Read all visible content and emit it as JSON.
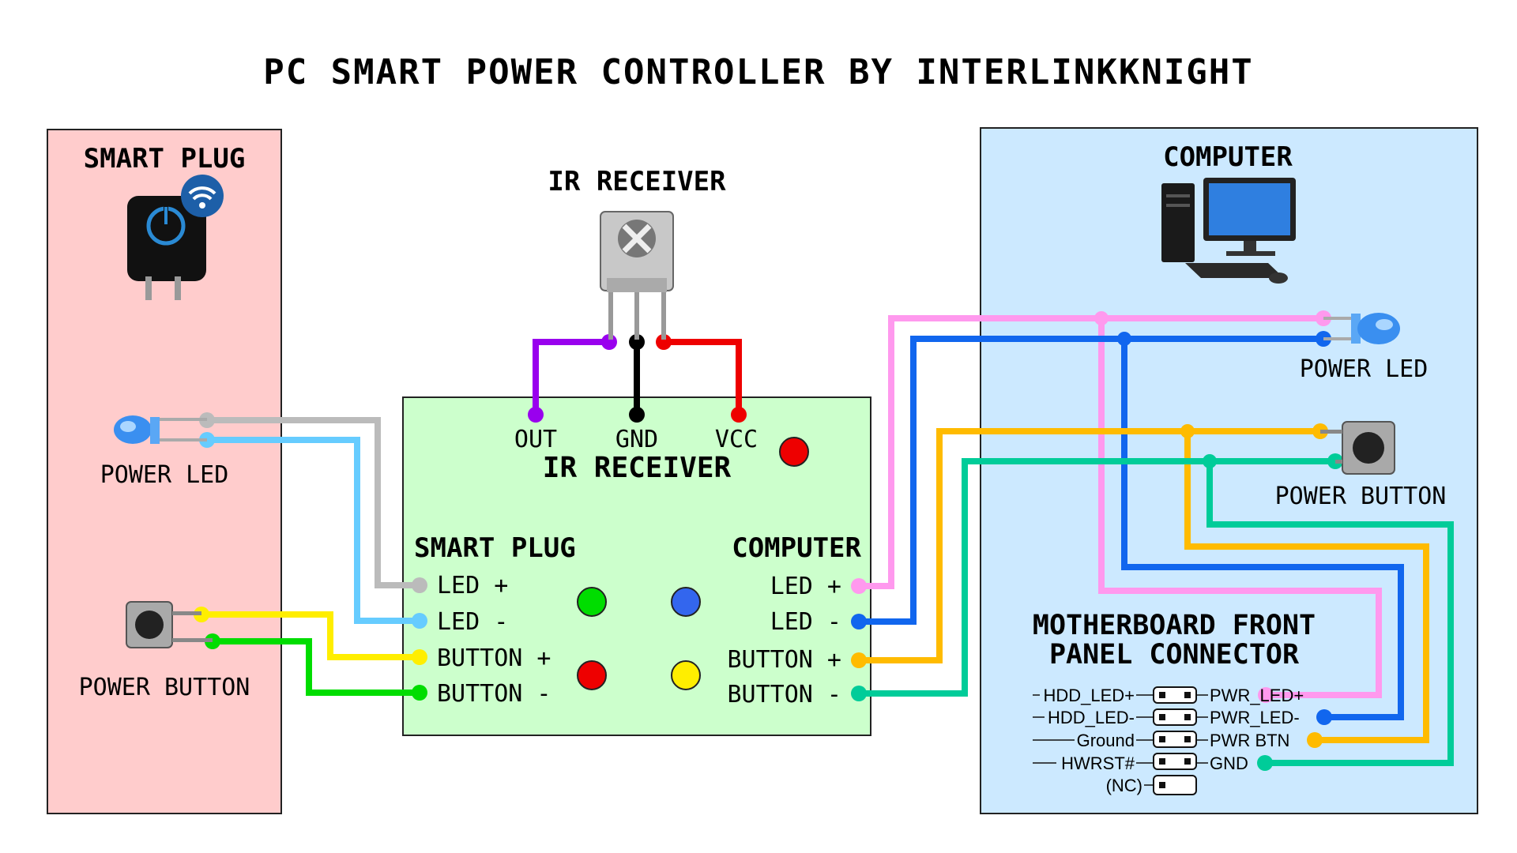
{
  "title": "PC SMART POWER CONTROLLER BY INTERLINKKNIGHT",
  "smart_plug_panel": {
    "heading": "SMART PLUG",
    "power_led_label": "POWER LED",
    "power_button_label": "POWER BUTTON"
  },
  "ir_receiver_component": {
    "heading": "IR RECEIVER"
  },
  "controller_board": {
    "pins": {
      "out": "OUT",
      "gnd": "GND",
      "vcc": "VCC"
    },
    "heading": "IR RECEIVER",
    "smart_plug_group": "SMART PLUG",
    "computer_group": "COMPUTER",
    "left_pins": [
      "LED +",
      "LED -",
      "BUTTON +",
      "BUTTON -"
    ],
    "right_pins": [
      "LED +",
      "LED -",
      "BUTTON +",
      "BUTTON -"
    ]
  },
  "computer_panel": {
    "heading": "COMPUTER",
    "power_led_label": "POWER LED",
    "power_button_label": "POWER BUTTON",
    "motherboard_heading_line1": "MOTHERBOARD FRONT",
    "motherboard_heading_line2": "PANEL CONNECTOR",
    "header_left_pins": [
      "HDD_LED+",
      "HDD_LED-",
      "Ground",
      "HWRST#",
      "(NC)"
    ],
    "header_right_pins": [
      "PWR_LED+",
      "PWR_LED-",
      "PWR BTN",
      "GND"
    ]
  },
  "colors": {
    "smart_plug_bg": "#ffcccc",
    "board_bg": "#ccffcc",
    "computer_bg": "#cce9ff",
    "wire_purple": "#9900ee",
    "wire_black": "#000000",
    "wire_red": "#ee0000",
    "wire_gray": "#bbbbbb",
    "wire_lightblue": "#66ccff",
    "wire_yellow": "#ffee00",
    "wire_green": "#00dd00",
    "wire_pink": "#ff99ee",
    "wire_blue": "#1166ee",
    "wire_orange": "#ffbb00",
    "wire_teal": "#00cc99"
  },
  "icons": [
    "smart-plug-icon",
    "wifi-icon",
    "ir-receiver-icon",
    "led-icon",
    "push-button-icon",
    "computer-icon"
  ]
}
